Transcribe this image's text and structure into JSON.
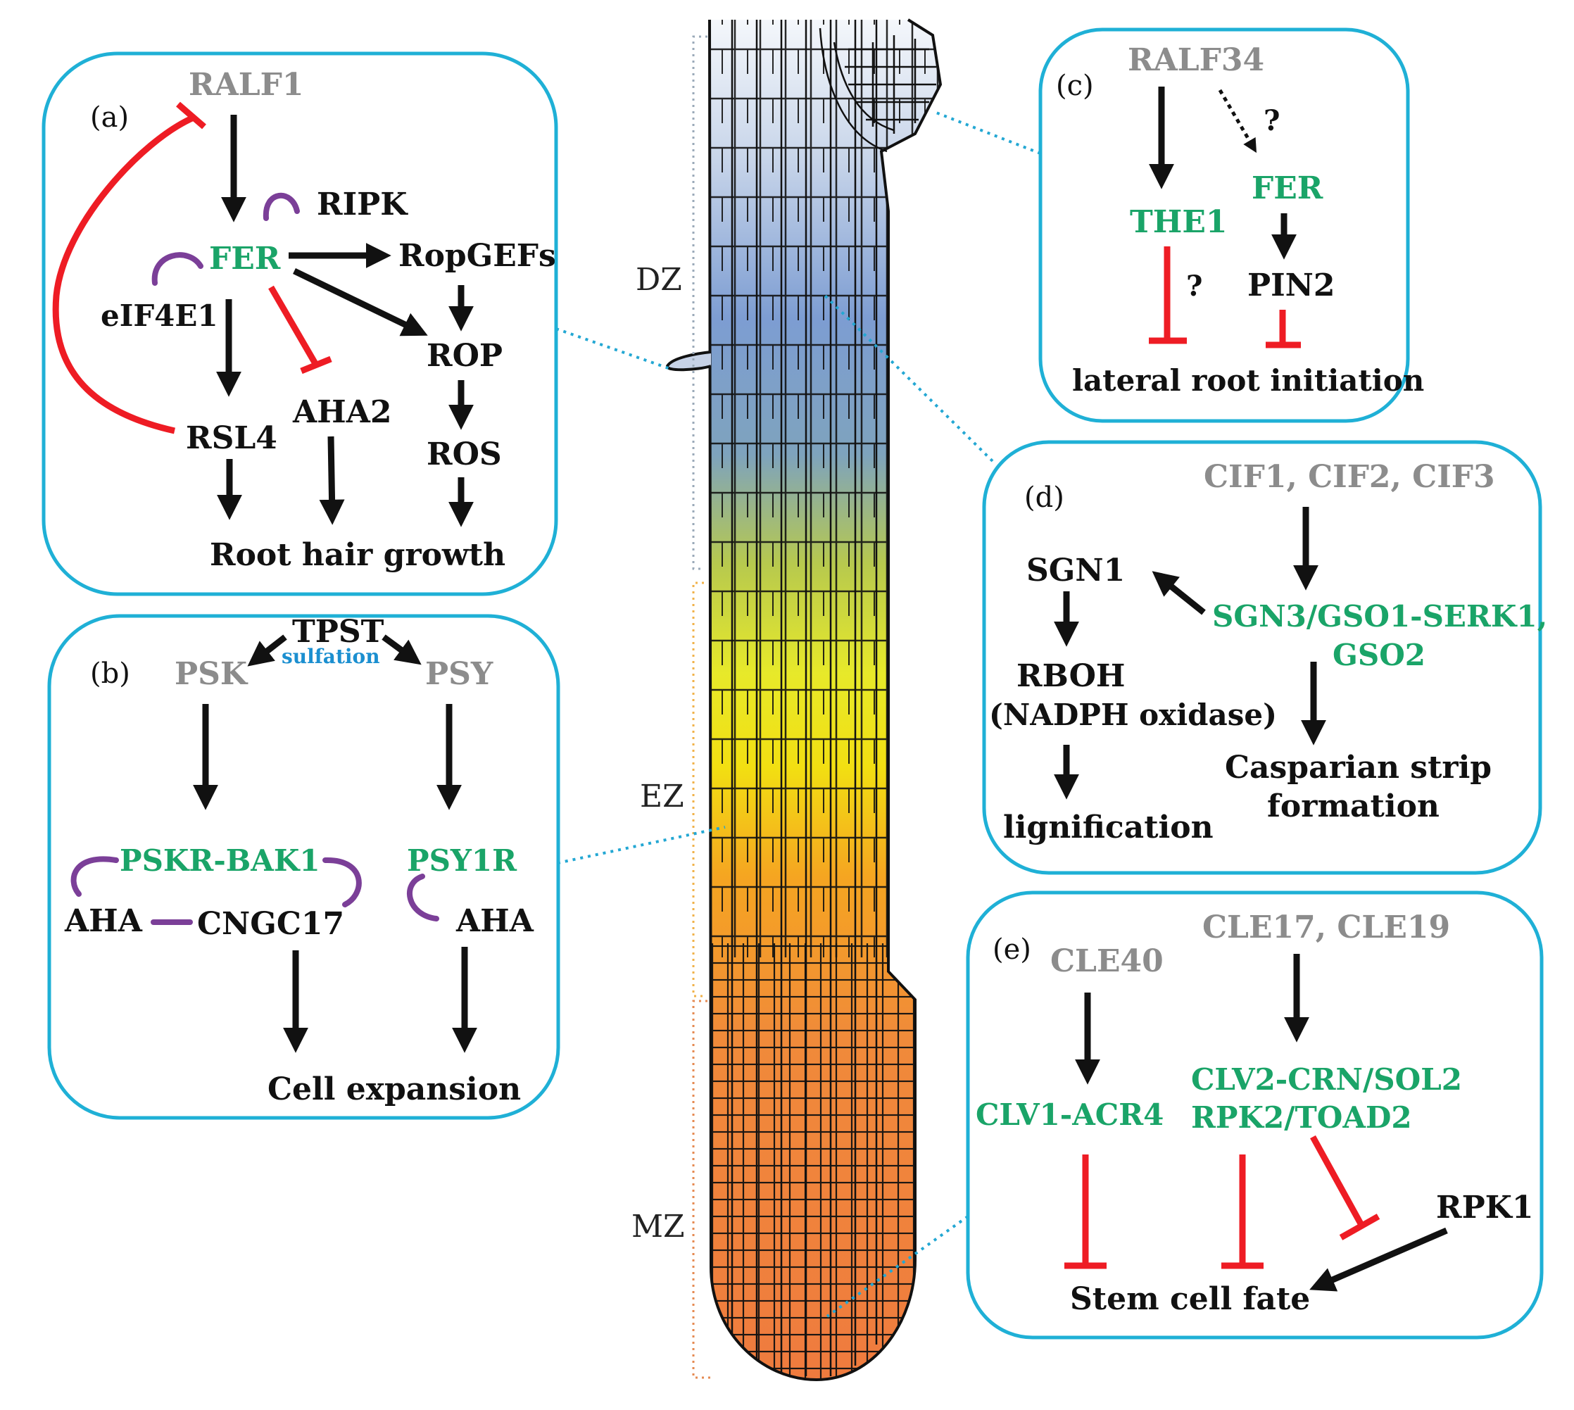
{
  "panels": {
    "a": {
      "label": "(a)",
      "peptide": "RALF1",
      "receptor": "FER",
      "ripk": "RIPK",
      "eif": "eIF4E1",
      "ropgefs": "RopGEFs",
      "rop": "ROP",
      "ros": "ROS",
      "rsl4": "RSL4",
      "aha2": "AHA2",
      "output": "Root hair growth"
    },
    "b": {
      "label": "(b)",
      "tpst": "TPST",
      "sulfation": "sulfation",
      "psk": "PSK",
      "psy": "PSY",
      "pskr": "PSKR-BAK1",
      "psy1r": "PSY1R",
      "aha_left": "AHA",
      "cngc17": "CNGC17",
      "aha_right": "AHA",
      "output": "Cell expansion"
    },
    "c": {
      "label": "(c)",
      "peptide": "RALF34",
      "the1": "THE1",
      "fer": "FER",
      "pin2": "PIN2",
      "q1": "?",
      "q2": "?",
      "output": "lateral root initiation"
    },
    "d": {
      "label": "(d)",
      "peptide": "CIF1, CIF2, CIF3",
      "receptor_line1": "SGN3/GSO1-SERK1,",
      "receptor_line2": "GSO2",
      "sgn1": "SGN1",
      "rboh_line1": "RBOH",
      "rboh_line2": "(NADPH oxidase)",
      "out_left": "lignification",
      "out_right_line1": "Casparian strip",
      "out_right_line2": "formation"
    },
    "e": {
      "label": "(e)",
      "cle40": "CLE40",
      "cle17": "CLE17, CLE19",
      "clv1": "CLV1-ACR4",
      "clv2_line1": "CLV2-CRN/SOL2",
      "clv2_line2": "RPK2/TOAD2",
      "rpk1": "RPK1",
      "output": "Stem cell fate"
    }
  },
  "zones": {
    "dz": "DZ",
    "ez": "EZ",
    "mz": "MZ"
  },
  "colors": {
    "panel_border": "#1fb0d6",
    "peptide_grey": "#8c8c8c",
    "receptor_green": "#1aa468",
    "activation_black": "#111111",
    "inhibition_red": "#ee1c24",
    "interaction_purple": "#7b3f98",
    "sulfation_blue": "#1b8fd0",
    "connector_cyan": "#23a7d3"
  }
}
